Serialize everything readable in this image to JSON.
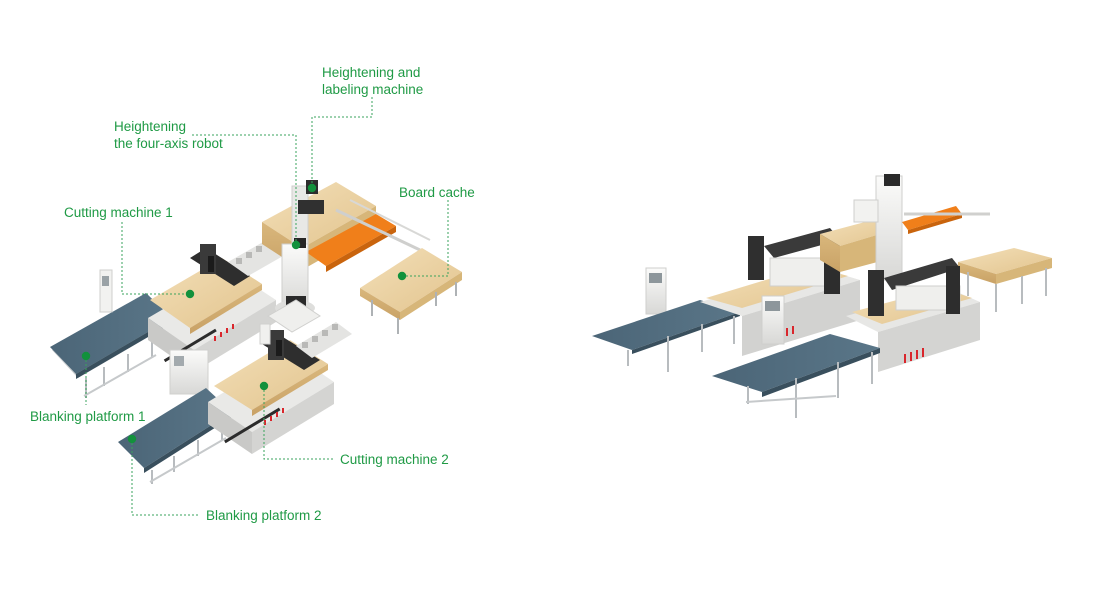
{
  "labels": {
    "heightening_labeling_l1": "Heightening and",
    "heightening_labeling_l2": "labeling machine",
    "robot_l1": "Heightening",
    "robot_l2": "the four-axis robot",
    "board_cache": "Board cache",
    "cutting_machine_1": "Cutting machine 1",
    "blanking_platform_1": "Blanking platform 1",
    "cutting_machine_2": "Cutting machine 2",
    "blanking_platform_2": "Blanking platform 2"
  },
  "colors": {
    "label_green": "#1f9a45",
    "marker_dot": "#12913c",
    "platform_blue": "#4e6a7c",
    "board_wood": "#ecd3a2",
    "frame_white": "#f1f1ef",
    "rail_dark": "#2c2c2c",
    "orange_conveyor": "#f07f1a",
    "accent_red": "#d9262c"
  }
}
